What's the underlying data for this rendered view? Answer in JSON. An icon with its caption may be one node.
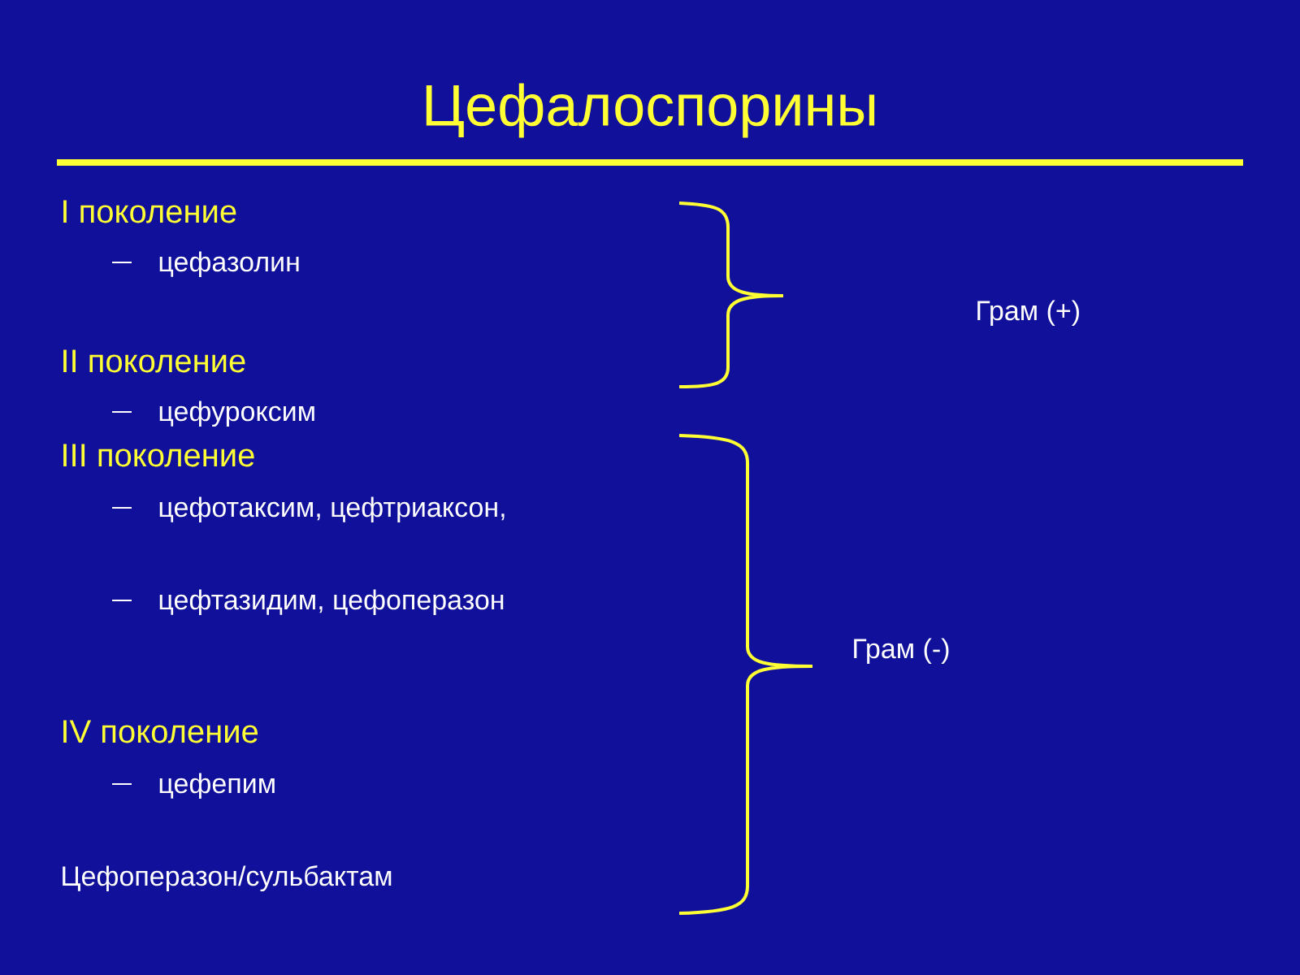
{
  "diagram": {
    "title": "Цефалоспорины",
    "labels": [
      "I поколение",
      "цефазолин",
      "Грам (+)",
      "II поколение",
      "цефуроксим",
      "III поколение",
      "цефотаксим, цефтриаксон,",
      "цефтазидим, цефоперазон",
      "Грам (-)",
      "IV поколение",
      "цефепим",
      "Цефоперазон/сульбактам"
    ]
  }
}
